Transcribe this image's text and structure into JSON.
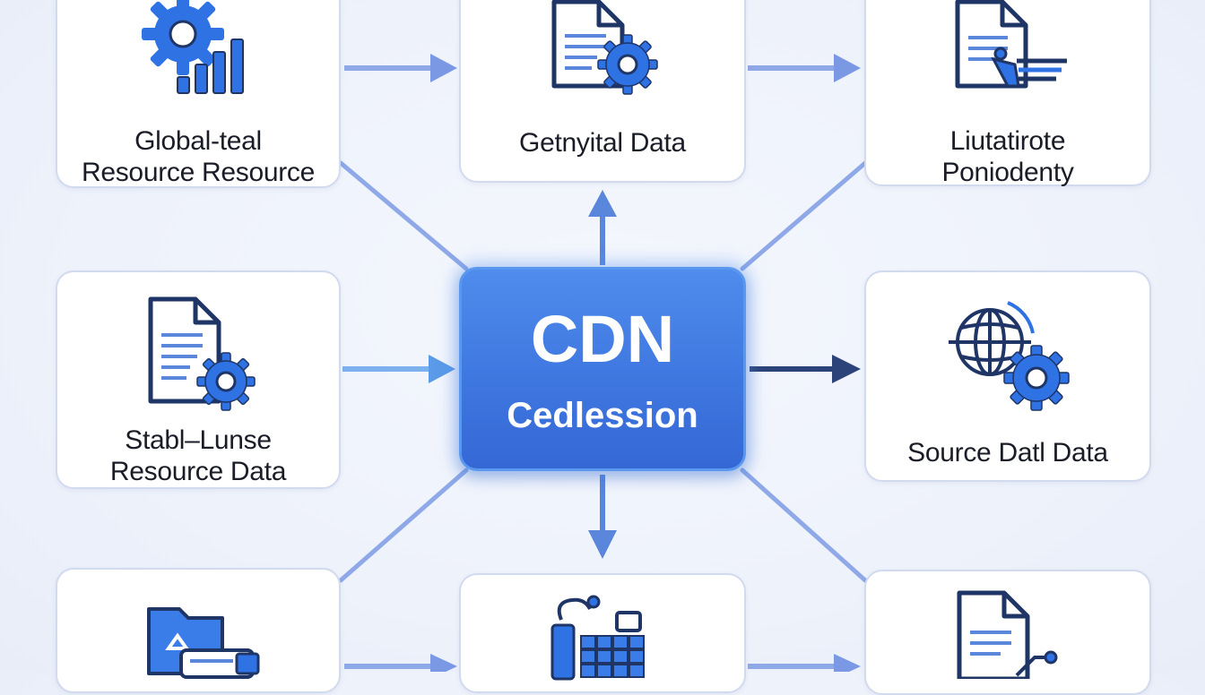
{
  "hub": {
    "title": "CDN",
    "subtitle": "Cedlession"
  },
  "nodes": {
    "top_left": {
      "line1": "Global-teal",
      "line2": "Resource Resource",
      "icon": "gear-bar-chart-icon"
    },
    "top_center": {
      "line1": "Getnyital Data",
      "icon": "document-gear-icon"
    },
    "top_right": {
      "line1": "Liutatirote",
      "line2": "Poniodenty",
      "icon": "document-antenna-icon"
    },
    "mid_left": {
      "line1": "Stabl–Lunse",
      "line2": "Resource Data",
      "icon": "document-gear-icon"
    },
    "mid_right": {
      "line1": "Source Datl Data",
      "icon": "globe-gear-icon"
    },
    "bottom_left": {
      "icon": "folder-chat-icon"
    },
    "bottom_center": {
      "icon": "devices-grid-icon"
    },
    "bottom_right": {
      "icon": "document-pen-icon"
    }
  },
  "colors": {
    "accent": "#3f77e0",
    "icon_blue": "#2f72e4",
    "icon_navy": "#1e3566",
    "connector_light": "#8ea8e8",
    "connector_dark": "#2b4378"
  }
}
